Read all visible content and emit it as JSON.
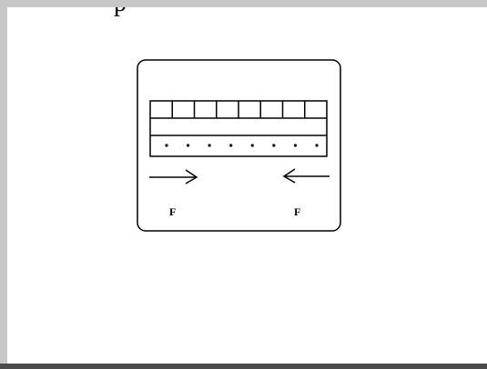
{
  "diagram": {
    "top_text_fragment": "p",
    "force_left_label": "F",
    "force_right_label": "F",
    "cell_count": 8,
    "dot_count": 8,
    "colors": {
      "background": "#c7c7c7",
      "page": "#ffffff",
      "ink": "#000000"
    }
  }
}
